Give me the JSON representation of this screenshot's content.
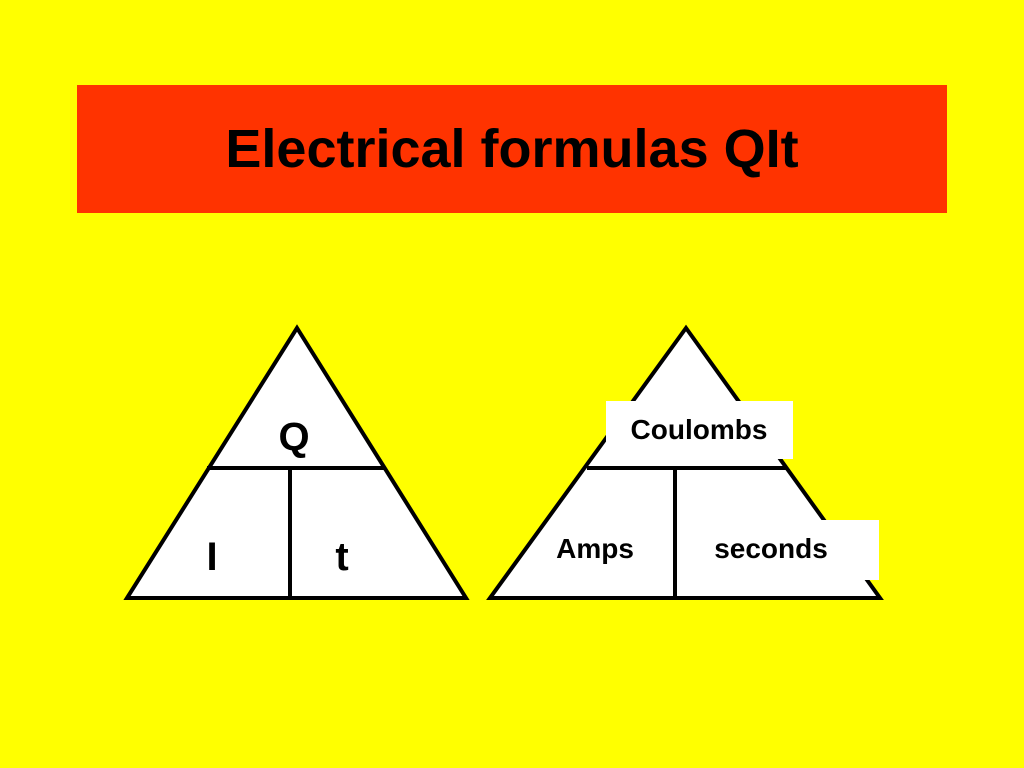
{
  "slide": {
    "title": "Electrical formulas QIt"
  },
  "symbol_triangle": {
    "top": "Q",
    "bottom_left": "I",
    "bottom_right": "t"
  },
  "unit_triangle": {
    "top": "Coulombs",
    "bottom_left": "Amps",
    "bottom_right": "seconds"
  },
  "colors": {
    "background": "#FFFF00",
    "title_bar": "#FF3300",
    "triangle_fill": "#FFFFFF",
    "stroke": "#000000"
  }
}
